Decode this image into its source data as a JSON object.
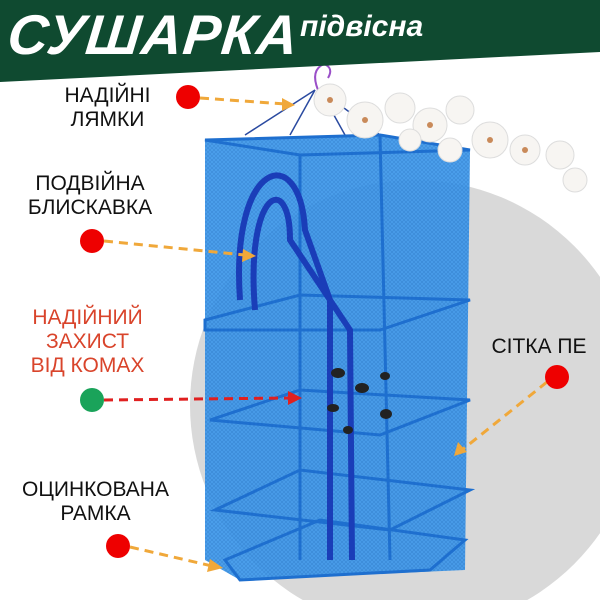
{
  "header": {
    "title": "СУШАРКА",
    "subtitle": "підвісна"
  },
  "features": [
    {
      "line1": "НАДІЙНІ",
      "line2": "ЛЯМКИ",
      "dot_color": "#ee0000"
    },
    {
      "line1": "ПОДВІЙНА",
      "line2": "БЛИСКАВКА",
      "dot_color": "#ee0000"
    },
    {
      "line1": "НАДІЙНИЙ",
      "line2": "ЗАХИСТ",
      "line3": "ВІД КОМАХ",
      "dot_color": "#1aa35a"
    },
    {
      "line1": "СІТКА ПЕ",
      "dot_color": "#ee0000"
    },
    {
      "line1": "ОЦИНКОВАНА",
      "line2": "РАМКА",
      "dot_color": "#ee0000"
    }
  ],
  "colors": {
    "banner": "#0f4a30",
    "net": "#2f8fe6",
    "zip": "#1a3db8",
    "circle": "#d9d9d9",
    "arrow": "#f0a83a",
    "accent_text": "#d9442b"
  }
}
